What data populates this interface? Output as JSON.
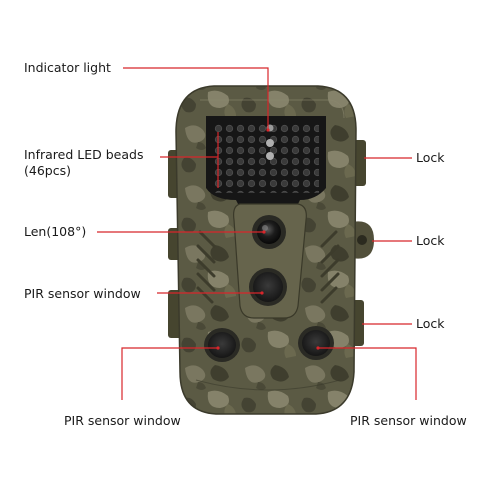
{
  "callouts": {
    "indicator_light": "Indicator light",
    "infrared_led_line1": "Infrared LED beads",
    "infrared_led_line2": "(46pcs)",
    "lens": "Len(108°)",
    "pir_center": "PIR sensor window",
    "pir_left": "PIR sensor window",
    "pir_right": "PIR sensor window",
    "lock_top": "Lock",
    "lock_middle": "Lock",
    "lock_bottom": "Lock"
  },
  "colors": {
    "leader_line": "#d8262b",
    "camouflage_base": "#5b5a44",
    "led_panel": "#161616",
    "led_bead": "#3a3a3a",
    "label_text": "#1a1a1a"
  },
  "icons": {
    "device": "trail-camera-icon"
  }
}
